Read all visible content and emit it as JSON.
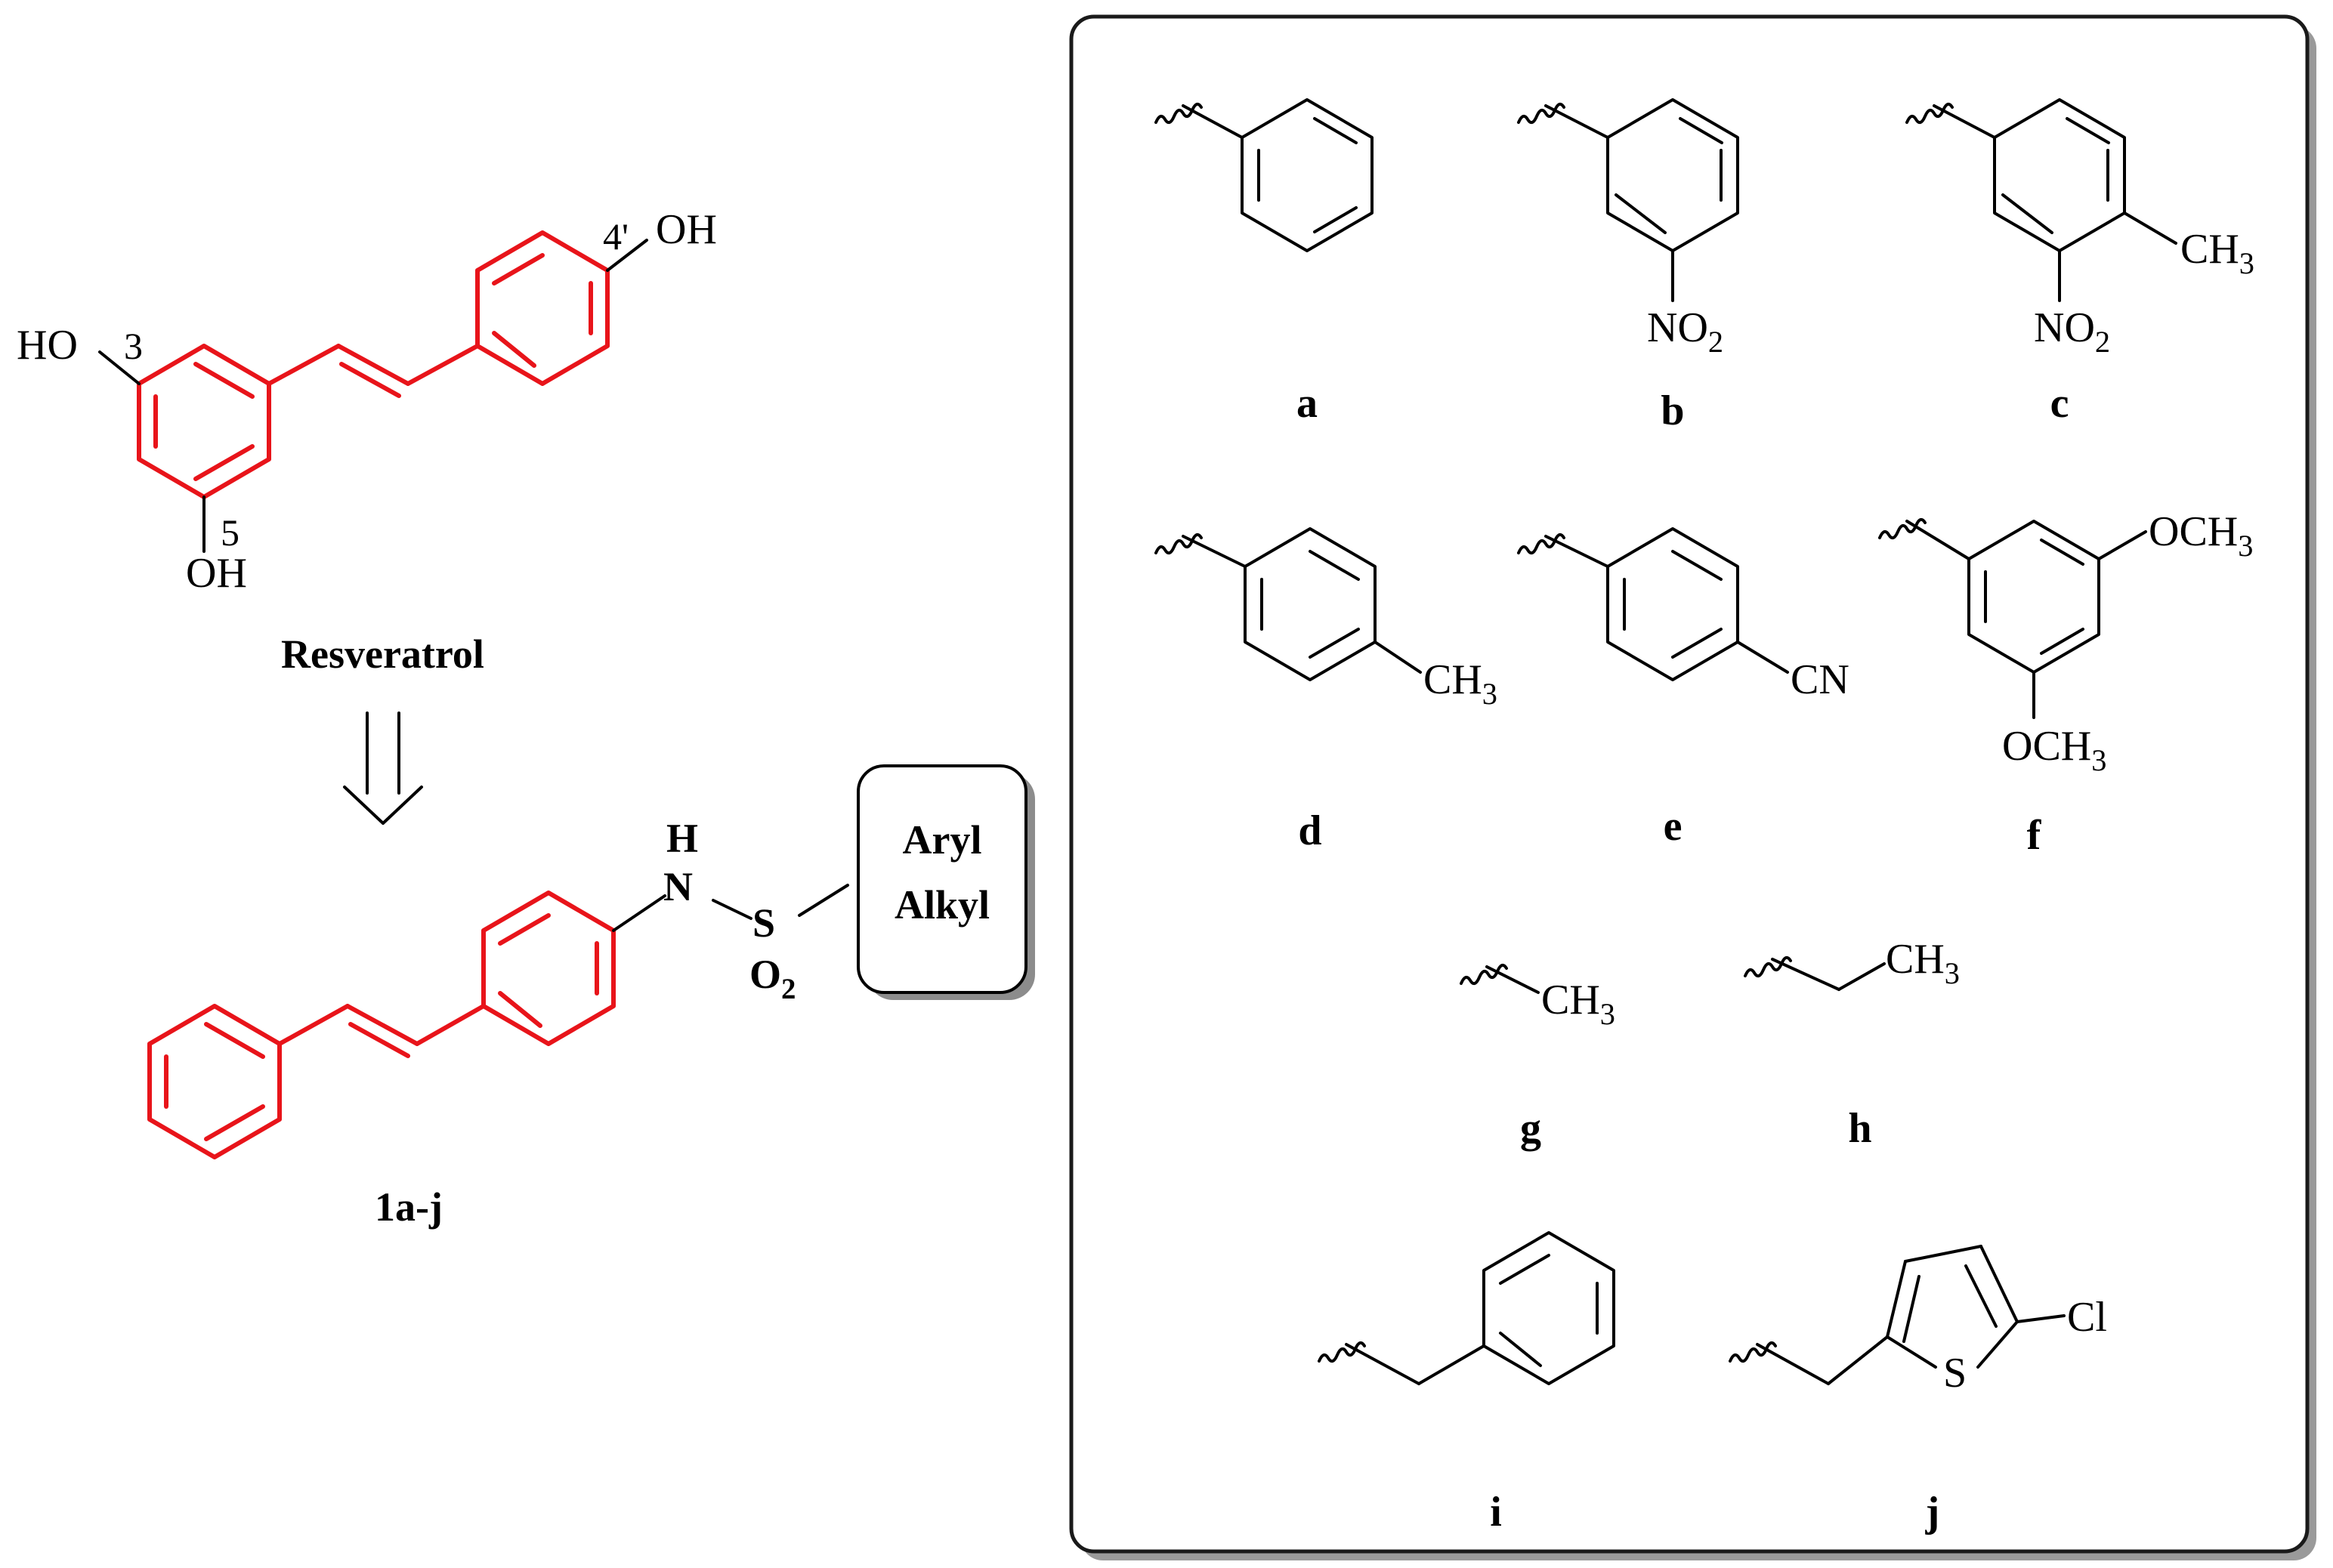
{
  "colors": {
    "scaffold": "#e8141a",
    "ink": "#000000",
    "panel_border": "#1a1a1a",
    "panel_shadow": "#9a9a9a"
  },
  "resveratrol": {
    "name": "Resveratrol",
    "oh_3": "HO",
    "pos_3": "3",
    "oh_5": "OH",
    "pos_5": "5",
    "oh_4p": "OH",
    "pos_4p": "4'"
  },
  "target": {
    "label": "1a-j",
    "nh_h": "H",
    "nh_n": "N",
    "s": "S",
    "o2_o": "O",
    "o2_sub": "2",
    "box_line1": "Aryl",
    "box_line2": "Alkyl"
  },
  "substituents": {
    "a": {
      "label": "a"
    },
    "b": {
      "label": "b",
      "group": "NO",
      "sub": "2"
    },
    "c": {
      "label": "c",
      "group1": "CH",
      "sub1": "3",
      "group2": "NO",
      "sub2": "2"
    },
    "d": {
      "label": "d",
      "group": "CH",
      "sub": "3"
    },
    "e": {
      "label": "e",
      "group": "CN"
    },
    "f": {
      "label": "f",
      "group1": "OCH",
      "sub1": "3",
      "group2": "OCH",
      "sub2": "3"
    },
    "g": {
      "label": "g",
      "group": "CH",
      "sub": "3"
    },
    "h": {
      "label": "h",
      "group": "CH",
      "sub": "3"
    },
    "i": {
      "label": "i"
    },
    "j": {
      "label": "j",
      "s": "S",
      "cl": "Cl"
    }
  }
}
